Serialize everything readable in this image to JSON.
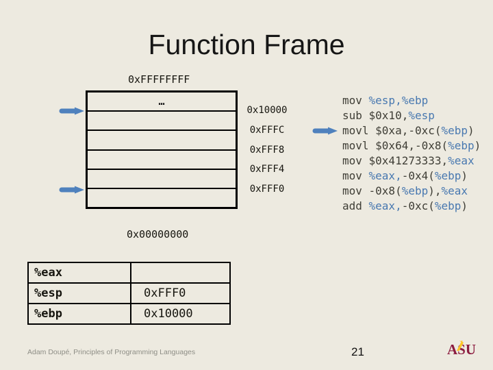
{
  "slide": {
    "title": "Function Frame",
    "footer": {
      "author": "Adam Doupé, Principles of Programming Languages",
      "page_number": "21",
      "logo_text": "ASU"
    }
  },
  "memory": {
    "top_address": "0xFFFFFFFF",
    "bottom_address": "0x00000000",
    "rows": [
      "…",
      "",
      "",
      "",
      "",
      ""
    ],
    "address_labels": [
      "0x10000",
      "0xFFFC",
      "0xFFF8",
      "0xFFF4",
      "0xFFF0"
    ]
  },
  "pointers": {
    "ebp_arrow_points_to": "0x10000",
    "esp_arrow_points_to": "0xFFF0",
    "instruction_arrow_points_to_line": 3
  },
  "code": {
    "lines": [
      {
        "segments": [
          {
            "text": "mov ",
            "type": "plain"
          },
          {
            "text": "%esp,%ebp",
            "type": "reg"
          }
        ]
      },
      {
        "segments": [
          {
            "text": "sub $0x10,",
            "type": "plain"
          },
          {
            "text": "%esp",
            "type": "reg"
          }
        ]
      },
      {
        "segments": [
          {
            "text": "movl $0xa,-0xc(",
            "type": "plain"
          },
          {
            "text": "%ebp",
            "type": "reg"
          },
          {
            "text": ")",
            "type": "plain"
          }
        ]
      },
      {
        "segments": [
          {
            "text": "movl $0x64,-0x8(",
            "type": "plain"
          },
          {
            "text": "%ebp",
            "type": "reg"
          },
          {
            "text": ")",
            "type": "plain"
          }
        ]
      },
      {
        "segments": [
          {
            "text": "mov $0x41273333,",
            "type": "plain"
          },
          {
            "text": "%eax",
            "type": "reg"
          }
        ]
      },
      {
        "segments": [
          {
            "text": "mov ",
            "type": "plain"
          },
          {
            "text": "%eax,",
            "type": "reg"
          },
          {
            "text": "-0x4(",
            "type": "plain"
          },
          {
            "text": "%ebp",
            "type": "reg"
          },
          {
            "text": ")",
            "type": "plain"
          }
        ]
      },
      {
        "segments": [
          {
            "text": "mov -0x8(",
            "type": "plain"
          },
          {
            "text": "%ebp",
            "type": "reg"
          },
          {
            "text": "),",
            "type": "plain"
          },
          {
            "text": "%eax",
            "type": "reg"
          }
        ]
      },
      {
        "segments": [
          {
            "text": "add ",
            "type": "plain"
          },
          {
            "text": "%eax,",
            "type": "reg"
          },
          {
            "text": "-0xc(",
            "type": "plain"
          },
          {
            "text": "%ebp",
            "type": "reg"
          },
          {
            "text": ")",
            "type": "plain"
          }
        ]
      }
    ]
  },
  "registers": {
    "rows": [
      {
        "name": "%eax",
        "value": ""
      },
      {
        "name": "%esp",
        "value": "0xFFF0"
      },
      {
        "name": "%ebp",
        "value": "0x10000"
      }
    ]
  },
  "colors": {
    "background": "#EDEAE0",
    "text": "#1A1A1A",
    "code_plain": "#3F3E36",
    "code_register": "#4878B0",
    "arrow_blue": "#4F81BD",
    "footer_gray": "#8E8E86",
    "asu_maroon": "#8C1D40",
    "asu_gold": "#FFC627"
  }
}
